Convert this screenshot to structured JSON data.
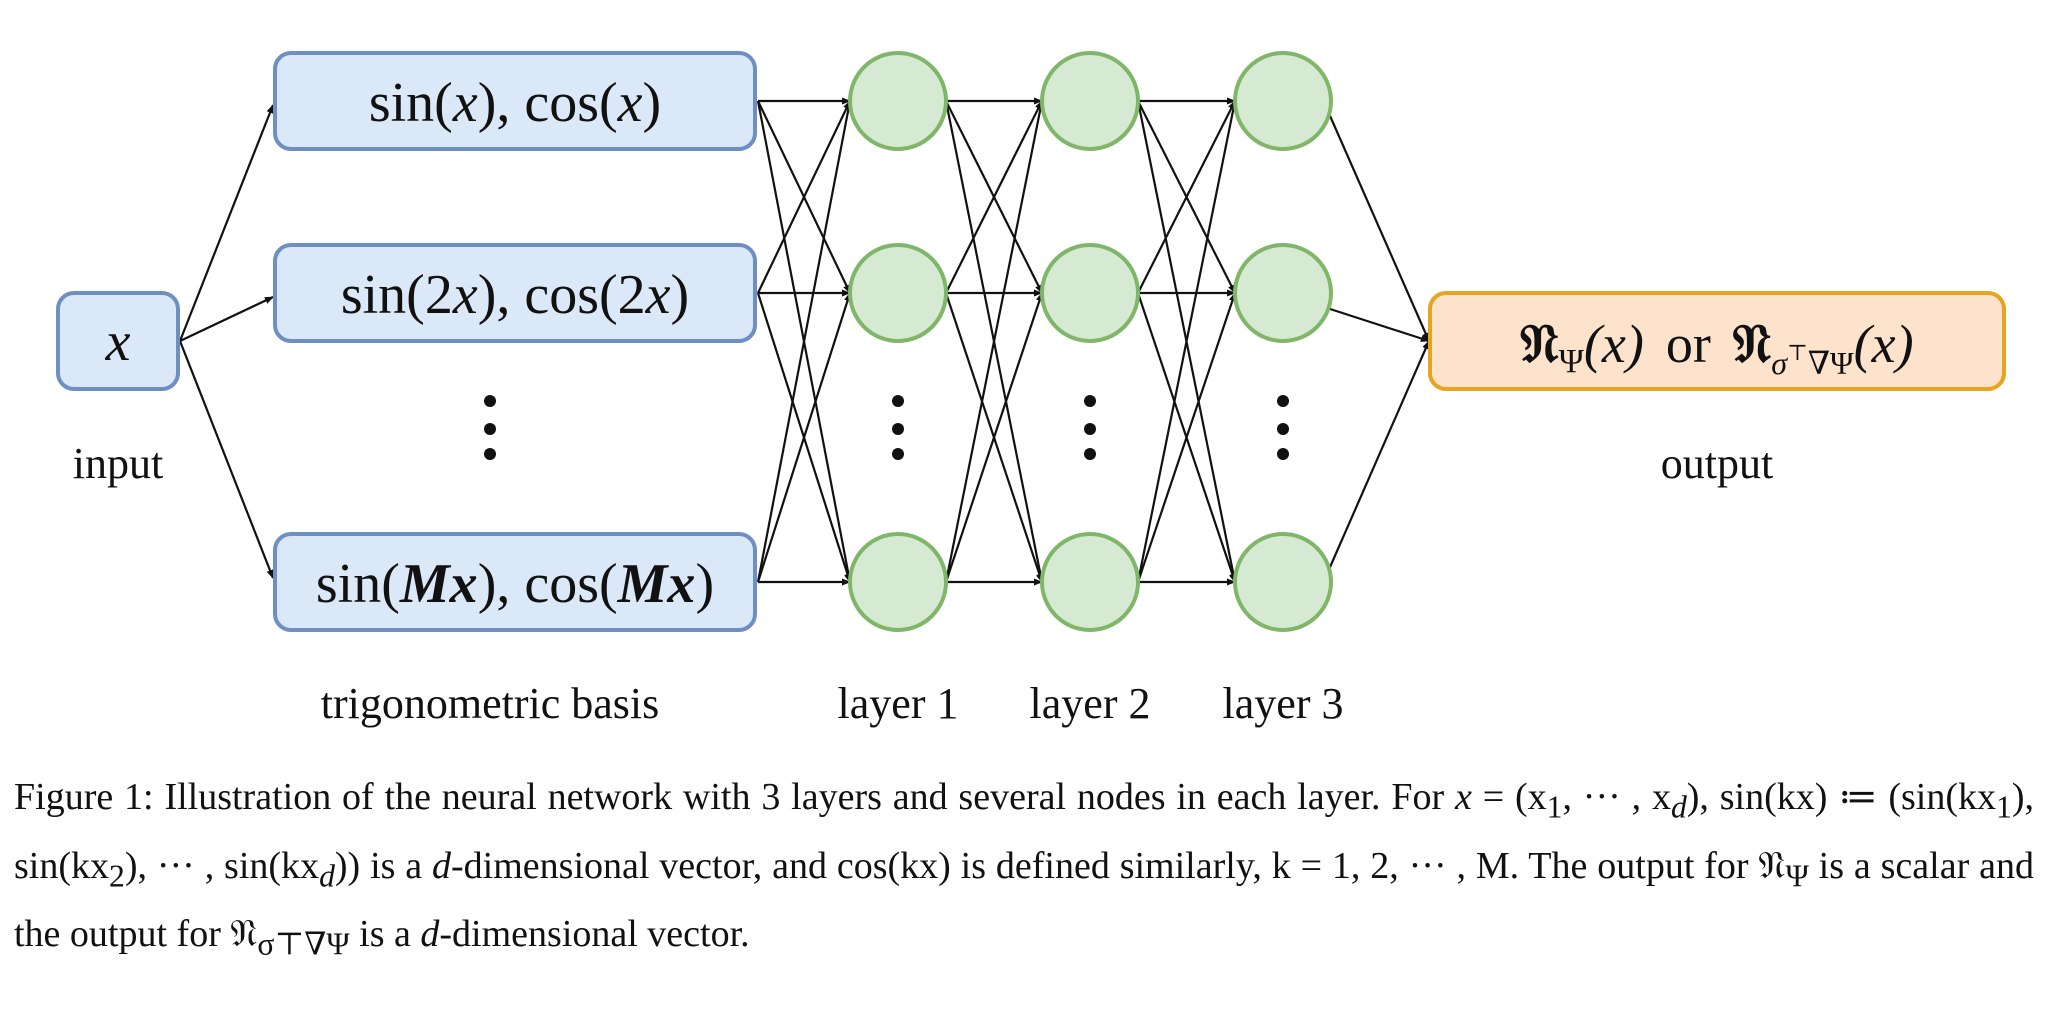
{
  "diagram": {
    "input": {
      "box_text": "x",
      "label": "input"
    },
    "basis": {
      "boxes": [
        {
          "sin": "sin(",
          "arg": "x",
          "mid": "), cos(",
          "arg2": "x",
          "end": ")"
        },
        {
          "sin": "sin(2",
          "arg": "x",
          "mid": "), cos(2",
          "arg2": "x",
          "end": ")"
        },
        {
          "sin": "sin(",
          "arg": "Mx",
          "mid": "), cos(",
          "arg2": "Mx",
          "end": ")"
        }
      ],
      "label": "trigonometric basis"
    },
    "layers": [
      {
        "label": "layer 1"
      },
      {
        "label": "layer 2"
      },
      {
        "label": "layer 3"
      }
    ],
    "output": {
      "n1": "𝔑",
      "sub1": "Ψ",
      "arg1": "(x)",
      "or": "or",
      "n2": "𝔑",
      "sub2_sigma": "σ",
      "sub2_top": "⊤",
      "sub2_rest": "∇Ψ",
      "arg2": "(x)",
      "label": "output"
    },
    "colors": {
      "blue_fill": "#dbe8f8",
      "blue_stroke": "#6e8fc4",
      "green_fill": "#d6ead3",
      "green_stroke": "#7fb667",
      "orange_fill": "#fde3cc",
      "orange_stroke": "#e6a41f"
    }
  },
  "caption": {
    "p1": "Figure 1: Illustration of the neural network with 3 layers and several nodes in each layer. For ",
    "x": "x",
    "p2": " = (x",
    "p3": "1",
    "p4": ", ··· , x",
    "p5": "d",
    "p6": "), sin(kx) ≔ (sin(kx",
    "p7": "1",
    "p8": "), sin(kx",
    "p9": "2",
    "p10": "), ··· , sin(kx",
    "p11": "d",
    "p12": ")) is a ",
    "d1": "d",
    "p13": "-dimensional vector, and cos(kx) is defined similarly, k = 1, 2, ··· , M. The output for 𝔑",
    "p14": "Ψ",
    "p15": " is a scalar and the output for 𝔑",
    "p16": "σ⊤∇Ψ",
    "p17": " is a ",
    "d2": "d",
    "p18": "-dimensional vector."
  }
}
